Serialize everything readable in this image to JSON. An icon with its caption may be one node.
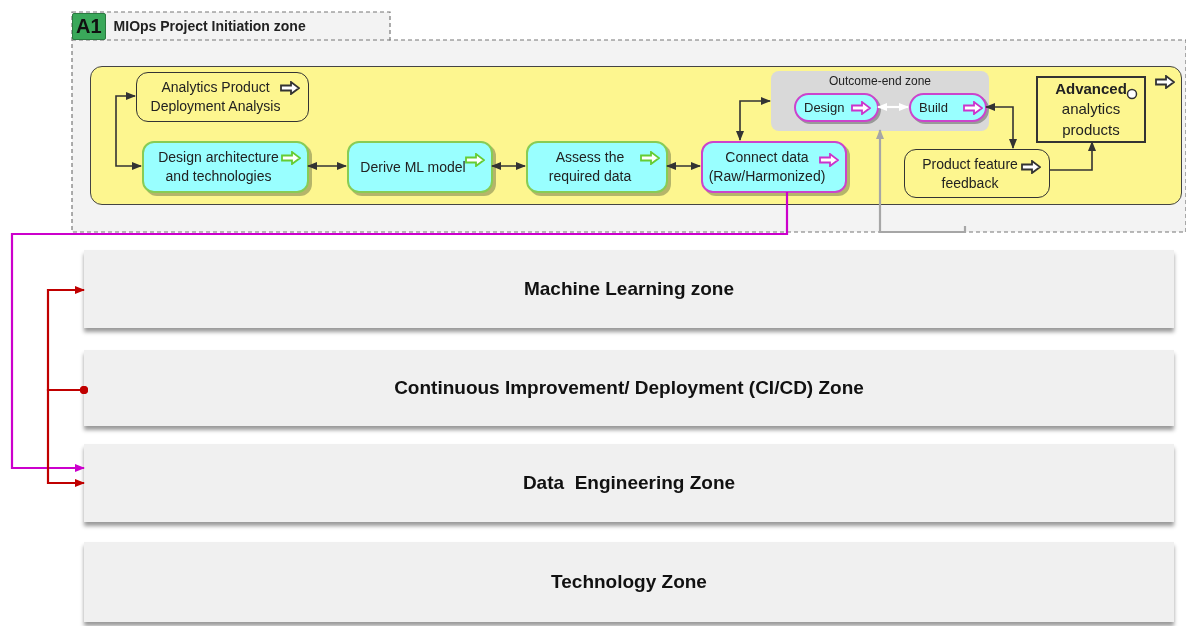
{
  "diagram": {
    "nodes": [
      {
        "text": [
          "A1",
          "MIOps Project Initiation zone"
        ]
      },
      {
        "text": [],
        "shape": "box",
        "in": 0
      },
      {
        "text": [
          "Analytics Product Deployment Analysis"
        ],
        "in": 1
      },
      {
        "text": [
          "Design architecture and technologies"
        ],
        "in": 1
      },
      {
        "text": [
          "Derive ML model"
        ],
        "in": 1
      },
      {
        "text": [
          "Assess the required data"
        ],
        "in": 1
      },
      {
        "text": [
          "Connect data (Raw/Harmonized)"
        ],
        "in": 1
      },
      {
        "text": [
          "Outcome-end zone"
        ],
        "in": 1
      },
      {
        "text": [
          "Design"
        ],
        "in": 7
      },
      {
        "text": [
          "Build"
        ],
        "in": 7
      },
      {
        "text": [
          "Product feature feedback"
        ],
        "in": 1
      },
      {
        "text": [
          "**Advanced** analytics products"
        ],
        "in": 1
      },
      {
        "text": [
          "Machine Learning zone"
        ]
      },
      {
        "text": [
          "Continuous Improvement/ Deployment (CI/CD) Zone"
        ]
      },
      {
        "text": [
          "Data  Engineering Zone"
        ]
      },
      {
        "text": [
          "Technology Zone"
        ]
      }
    ],
    "edges": [
      {
        "from": 3,
        "to": 2,
        "arrow": "both"
      },
      {
        "from": 3,
        "to": 4,
        "arrow": "both"
      },
      {
        "from": 4,
        "to": 5,
        "arrow": "both"
      },
      {
        "from": 5,
        "to": 6,
        "arrow": "both"
      },
      {
        "from": 6,
        "to": 7,
        "arrow": "both"
      },
      {
        "from": 8,
        "to": 9,
        "arrow": "both",
        "color": "#ffffff"
      },
      {
        "from": 9,
        "to": 10,
        "arrow": "both"
      },
      {
        "from": 10,
        "to": 11,
        "arrow": "to"
      },
      {
        "from": null,
        "to": 7,
        "arrow": "to",
        "color": "#a6a6a6"
      },
      {
        "from": 6,
        "to": 14,
        "arrow": "to",
        "color": "#cc00cc"
      },
      {
        "from": 13,
        "to": 12,
        "arrow": "to",
        "color": "#c00000"
      },
      {
        "from": 13,
        "to": 14,
        "arrow": "to",
        "color": "#c00000"
      }
    ]
  }
}
